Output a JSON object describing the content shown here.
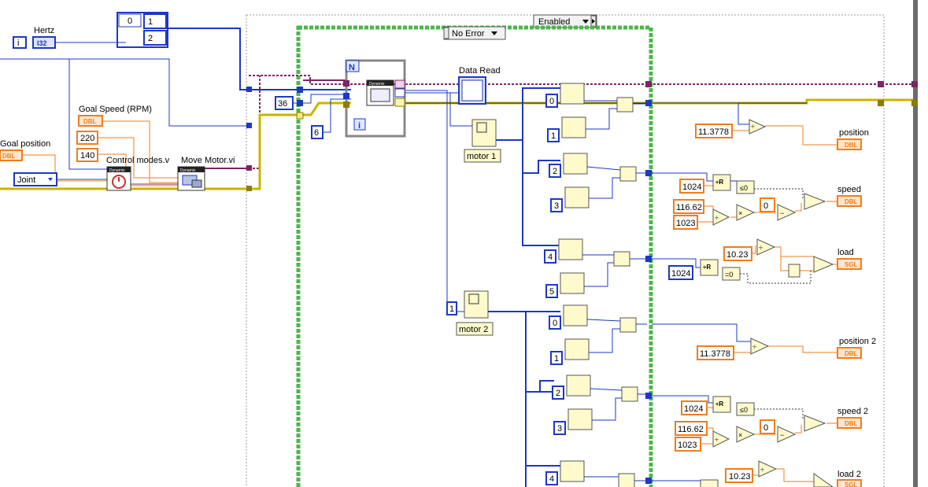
{
  "cases": {
    "outer_selector": "Enabled",
    "inner_selector": "No Error"
  },
  "labels": {
    "hertz": "Hertz",
    "goal_speed": "Goal Speed (RPM)",
    "goal_position": "Goal position",
    "control_modes": "Control modes.v",
    "move_motor": "Move Motor.vi",
    "data_read": "Data Read",
    "motor1": "motor 1",
    "motor2": "motor 2",
    "out_position": "position",
    "out_speed": "speed",
    "out_load": "load",
    "out_position2": "position 2",
    "out_speed2": "speed 2",
    "out_load2": "load 2",
    "for_loop_count": "N",
    "for_loop_index": "i",
    "dynamixel_tag": "Dynamix"
  },
  "enum": {
    "joint": "Joint"
  },
  "types": {
    "i32": "I32",
    "dbl": "DBL",
    "sgl": "SGL",
    "int_prefix": "i"
  },
  "constants": {
    "array_index": "0",
    "array_values": [
      "1",
      "2"
    ],
    "speed_a": "220",
    "speed_b": "140",
    "c36": "36",
    "c6": "6",
    "motor2_index": "1",
    "idx": [
      "0",
      "1",
      "2",
      "3",
      "4",
      "5"
    ],
    "pos_scale": "11.3778",
    "c1024": "1024",
    "c116": "116.62",
    "c1023": "1023",
    "c0": "0",
    "c1023b": "10.23"
  },
  "colors": {
    "blue_wire": "#1d38c4",
    "orange_wire": "#f07d1c",
    "purple_wire": "#7d2566",
    "green_frame": "#4ab848",
    "yellow_wire": "#c8b400",
    "node_fill": "#fffacc"
  }
}
